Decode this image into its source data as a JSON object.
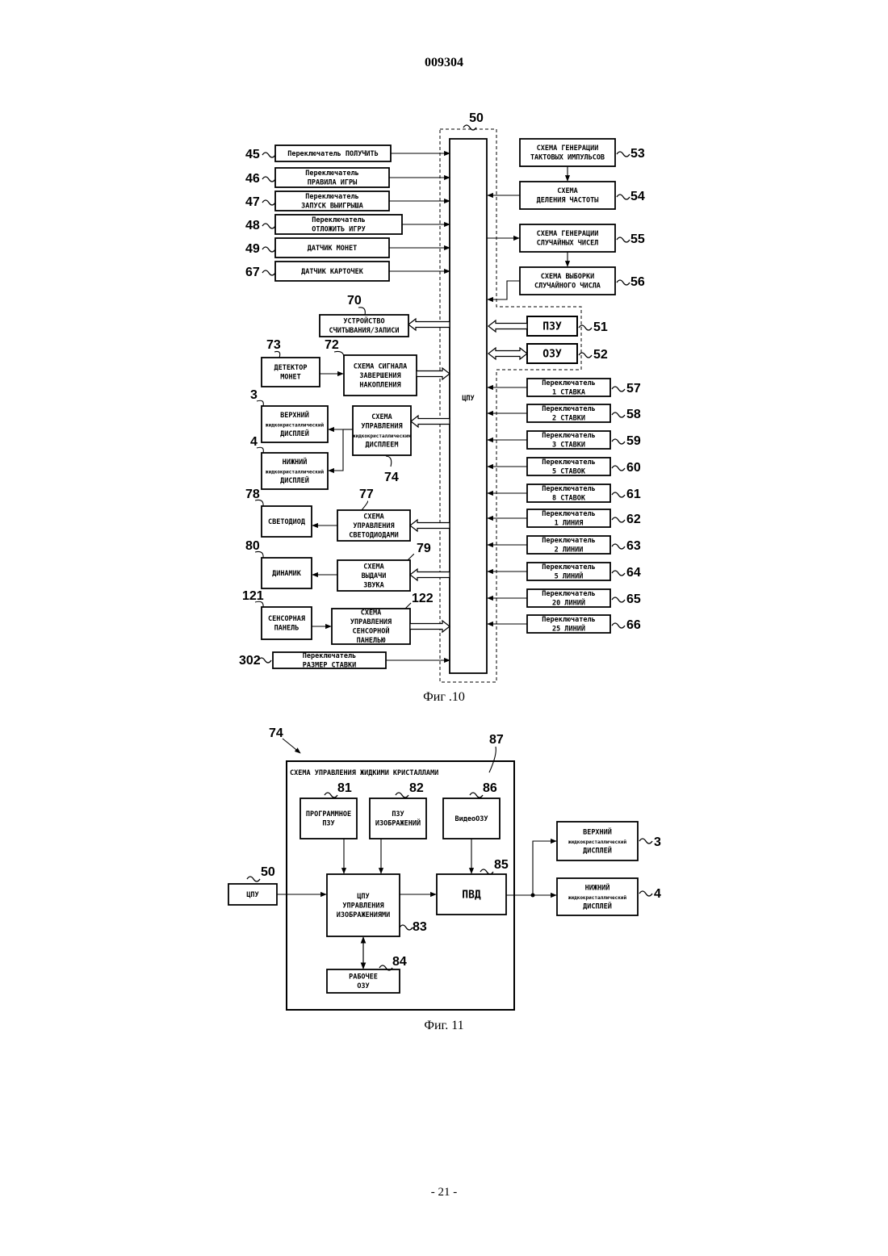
{
  "page": {
    "doc_number": "009304",
    "page_number": "- 21 -"
  },
  "fig10": {
    "caption": "Фиг .10",
    "cpu_number": "50",
    "cpu_label": "ЦПУ",
    "left_switches": [
      {
        "num": "45",
        "lines": [
          "Переключатель ПОЛУЧИТЬ"
        ]
      },
      {
        "num": "46",
        "lines": [
          "Переключатель",
          "ПРАВИЛА ИГРЫ"
        ]
      },
      {
        "num": "47",
        "lines": [
          "Переключатель",
          "ЗАПУСК ВЫИГРЫША"
        ]
      },
      {
        "num": "48",
        "lines": [
          "Переключатель",
          "ОТЛОЖИТЬ ИГРУ"
        ]
      },
      {
        "num": "49",
        "lines": [
          "ДАТЧИК МОНЕТ"
        ]
      },
      {
        "num": "67",
        "lines": [
          "ДАТЧИК КАРТОЧЕК"
        ]
      }
    ],
    "right_circuits": [
      {
        "num": "53",
        "lines": [
          "СХЕМА ГЕНЕРАЦИИ",
          "ТАКТОВЫХ ИМПУЛЬСОВ"
        ]
      },
      {
        "num": "54",
        "lines": [
          "СХЕМА",
          "ДЕЛЕНИЯ ЧАСТОТЫ"
        ]
      },
      {
        "num": "55",
        "lines": [
          "СХЕМА ГЕНЕРАЦИИ",
          "СЛУЧАЙНЫХ ЧИСЕЛ"
        ]
      },
      {
        "num": "56",
        "lines": [
          "СХЕМА ВЫБОРКИ",
          "СЛУЧАЙНОГО ЧИСЛА"
        ]
      }
    ],
    "memories": [
      {
        "num": "51",
        "label": "ПЗУ"
      },
      {
        "num": "52",
        "label": "ОЗУ"
      }
    ],
    "reader": {
      "num": "70",
      "lines": [
        "УСТРОЙСТВО",
        "СЧИТЫВАНИЯ/ЗАПИСИ"
      ]
    },
    "coin_detector": {
      "num": "73",
      "lines": [
        "ДЕТЕКТОР",
        "МОНЕТ"
      ]
    },
    "accum_signal": {
      "num": "72",
      "lines": [
        "СХЕМА СИГНАЛА",
        "ЗАВЕРШЕНИЯ",
        "НАКОПЛЕНИЯ"
      ]
    },
    "upper_display": {
      "num": "3",
      "lines": [
        "ВЕРХНИЙ",
        "жидкокристаллический",
        "ДИСПЛЕЙ"
      ]
    },
    "lower_display": {
      "num": "4",
      "lines": [
        "НИЖНИЙ",
        "жидкокристаллический",
        "ДИСПЛЕЙ"
      ]
    },
    "lcd_control": {
      "num": "74",
      "lines": [
        "СХЕМА",
        "УПРАВЛЕНИЯ",
        "жидкокристаллическим",
        "ДИСПЛЕЕМ"
      ]
    },
    "led": {
      "num": "78",
      "lines": [
        "СВЕТОДИОД"
      ]
    },
    "led_control": {
      "num": "77",
      "lines": [
        "СХЕМА",
        "УПРАВЛЕНИЯ",
        "СВЕТОДИОДАМИ"
      ]
    },
    "speaker": {
      "num": "80",
      "lines": [
        "ДИНАМИК"
      ]
    },
    "sound_out": {
      "num": "79",
      "lines": [
        "СХЕМА",
        "ВЫДАЧИ",
        "ЗВУКА"
      ]
    },
    "touch_panel": {
      "num": "121",
      "lines": [
        "СЕНСОРНАЯ",
        "ПАНЕЛЬ"
      ]
    },
    "touch_control": {
      "num": "122",
      "lines": [
        "СХЕМА",
        "УПРАВЛЕНИЯ",
        "СЕНСОРНОЙ",
        "ПАНЕЛЬЮ"
      ]
    },
    "bet_size": {
      "num": "302",
      "lines": [
        "Переключатель",
        "РАЗМЕР СТАВКИ"
      ]
    },
    "right_switches": [
      {
        "num": "57",
        "lines": [
          "Переключатель",
          "1 СТАВКА"
        ]
      },
      {
        "num": "58",
        "lines": [
          "Переключатель",
          "2 СТАВКИ"
        ]
      },
      {
        "num": "59",
        "lines": [
          "Переключатель",
          "3 СТАВКИ"
        ]
      },
      {
        "num": "60",
        "lines": [
          "Переключатель",
          "5 СТАВОК"
        ]
      },
      {
        "num": "61",
        "lines": [
          "Переключатель",
          "8 СТАВОК"
        ]
      },
      {
        "num": "62",
        "lines": [
          "Переключатель",
          "1 ЛИНИЯ"
        ]
      },
      {
        "num": "63",
        "lines": [
          "Переключатель",
          "2 ЛИНИИ"
        ]
      },
      {
        "num": "64",
        "lines": [
          "Переключатель",
          "5 ЛИНИЙ"
        ]
      },
      {
        "num": "65",
        "lines": [
          "Переключатель",
          "20 ЛИНИЙ"
        ]
      },
      {
        "num": "66",
        "lines": [
          "Переключатель",
          "25 ЛИНИЙ"
        ]
      }
    ]
  },
  "fig11": {
    "caption": "Фиг. 11",
    "outer_num": "74",
    "frame_num": "87",
    "frame_title": "СХЕМА УПРАВЛЕНИЯ ЖИДКИМИ КРИСТАЛЛАМИ",
    "program_rom": {
      "num": "81",
      "lines": [
        "ПРОГРАММНОЕ",
        "ПЗУ"
      ]
    },
    "image_rom": {
      "num": "82",
      "lines": [
        "ПЗУ",
        "ИЗОБРАЖЕНИЙ"
      ]
    },
    "video_ram": {
      "num": "86",
      "lines": [
        "ВидеоОЗУ"
      ]
    },
    "cpu_ext": {
      "num": "50",
      "label": "ЦПУ"
    },
    "img_cpu": {
      "num": "83",
      "lines": [
        "ЦПУ",
        "УПРАВЛЕНИЯ",
        "ИЗОБРАЖЕНИЯМИ"
      ]
    },
    "vdp": {
      "num": "85",
      "label": "ПВД"
    },
    "work_ram": {
      "num": "84",
      "lines": [
        "РАБОЧЕЕ",
        "ОЗУ"
      ]
    },
    "upper_display": {
      "num": "3",
      "lines": [
        "ВЕРХНИЙ",
        "жидкокристаллический",
        "ДИСПЛЕЙ"
      ]
    },
    "lower_display": {
      "num": "4",
      "lines": [
        "НИЖНИЙ",
        "жидкокристаллический",
        "ДИСПЛЕЙ"
      ]
    }
  }
}
